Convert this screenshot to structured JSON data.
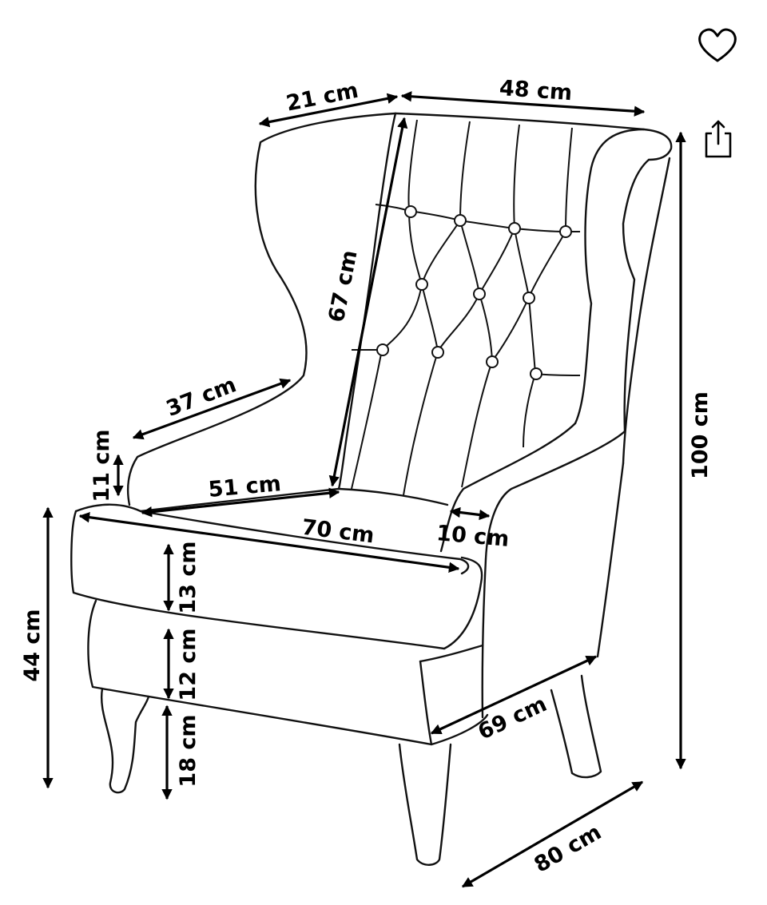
{
  "actions": {
    "favorite_icon": "heart-outline-icon",
    "share_icon": "share-icon"
  },
  "dimensions": {
    "wing_depth": "21 cm",
    "back_width": "48 cm",
    "back_height": "67 cm",
    "arm_length": "37 cm",
    "arm_height": "11 cm",
    "seat_depth": "51 cm",
    "seat_width": "70 cm",
    "arm_width": "10 cm",
    "cushion_height": "13 cm",
    "base_height": "12 cm",
    "leg_height": "18 cm",
    "seat_height": "44 cm",
    "total_height": "100 cm",
    "total_depth": "69 cm",
    "total_width": "80 cm"
  }
}
